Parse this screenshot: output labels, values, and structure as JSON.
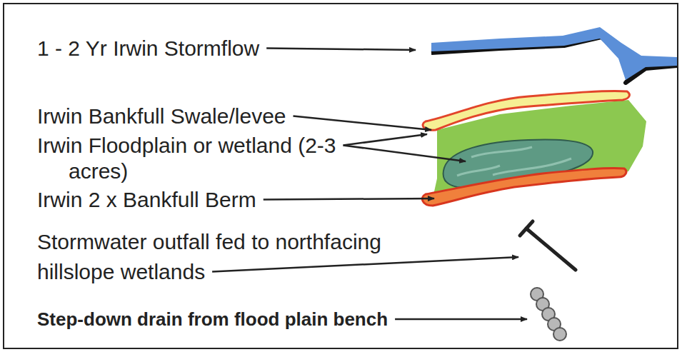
{
  "diagram": {
    "legend": [
      {
        "text": "1 - 2 Yr Irwin Stormflow"
      },
      {
        "text": "Irwin Bankfull Swale/levee"
      },
      {
        "text": "Irwin Floodplain or wetland (2-3 acres)"
      },
      {
        "text": "Irwin 2 x Bankfull Berm"
      },
      {
        "text": "Stormwater outfall fed to northfacing hillslope wetlands"
      },
      {
        "text": "Step-down drain from flood plain bench"
      }
    ]
  }
}
